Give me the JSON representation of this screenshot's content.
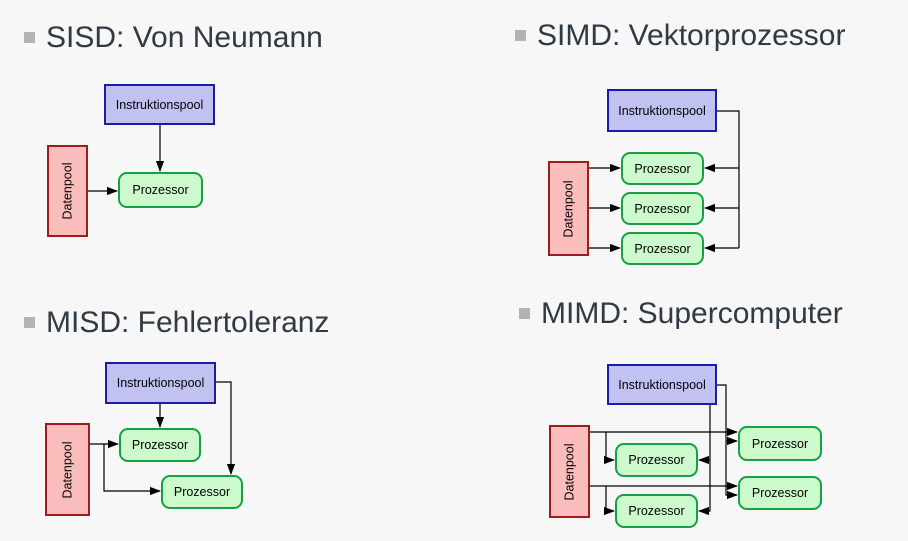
{
  "slide": {
    "background": "#f7f7f7",
    "heading_color": "#2f3a44",
    "bullet_color": "#b3b3b3",
    "wire_color": "#000000"
  },
  "node_labels": {
    "instruction_pool": "Instruktionspool",
    "data_pool": "Datenpool",
    "processor": "Prozessor"
  },
  "node_styles": {
    "instruction_pool": {
      "fill": "#c2c2f2",
      "border": "#1c1caa"
    },
    "data_pool": {
      "fill": "#fbbcbc",
      "border": "#9e1c1c"
    },
    "processor": {
      "fill": "#ccfacc",
      "border": "#16a044"
    }
  },
  "sections": [
    {
      "id": "sisd",
      "title": "SISD: Von Neumann",
      "processor_count": 1
    },
    {
      "id": "simd",
      "title": "SIMD: Vektorprozessor",
      "processor_count": 3
    },
    {
      "id": "misd",
      "title": "MISD: Fehlertoleranz",
      "processor_count": 2
    },
    {
      "id": "mimd",
      "title": "MIMD: Supercomputer",
      "processor_count": 4
    }
  ]
}
